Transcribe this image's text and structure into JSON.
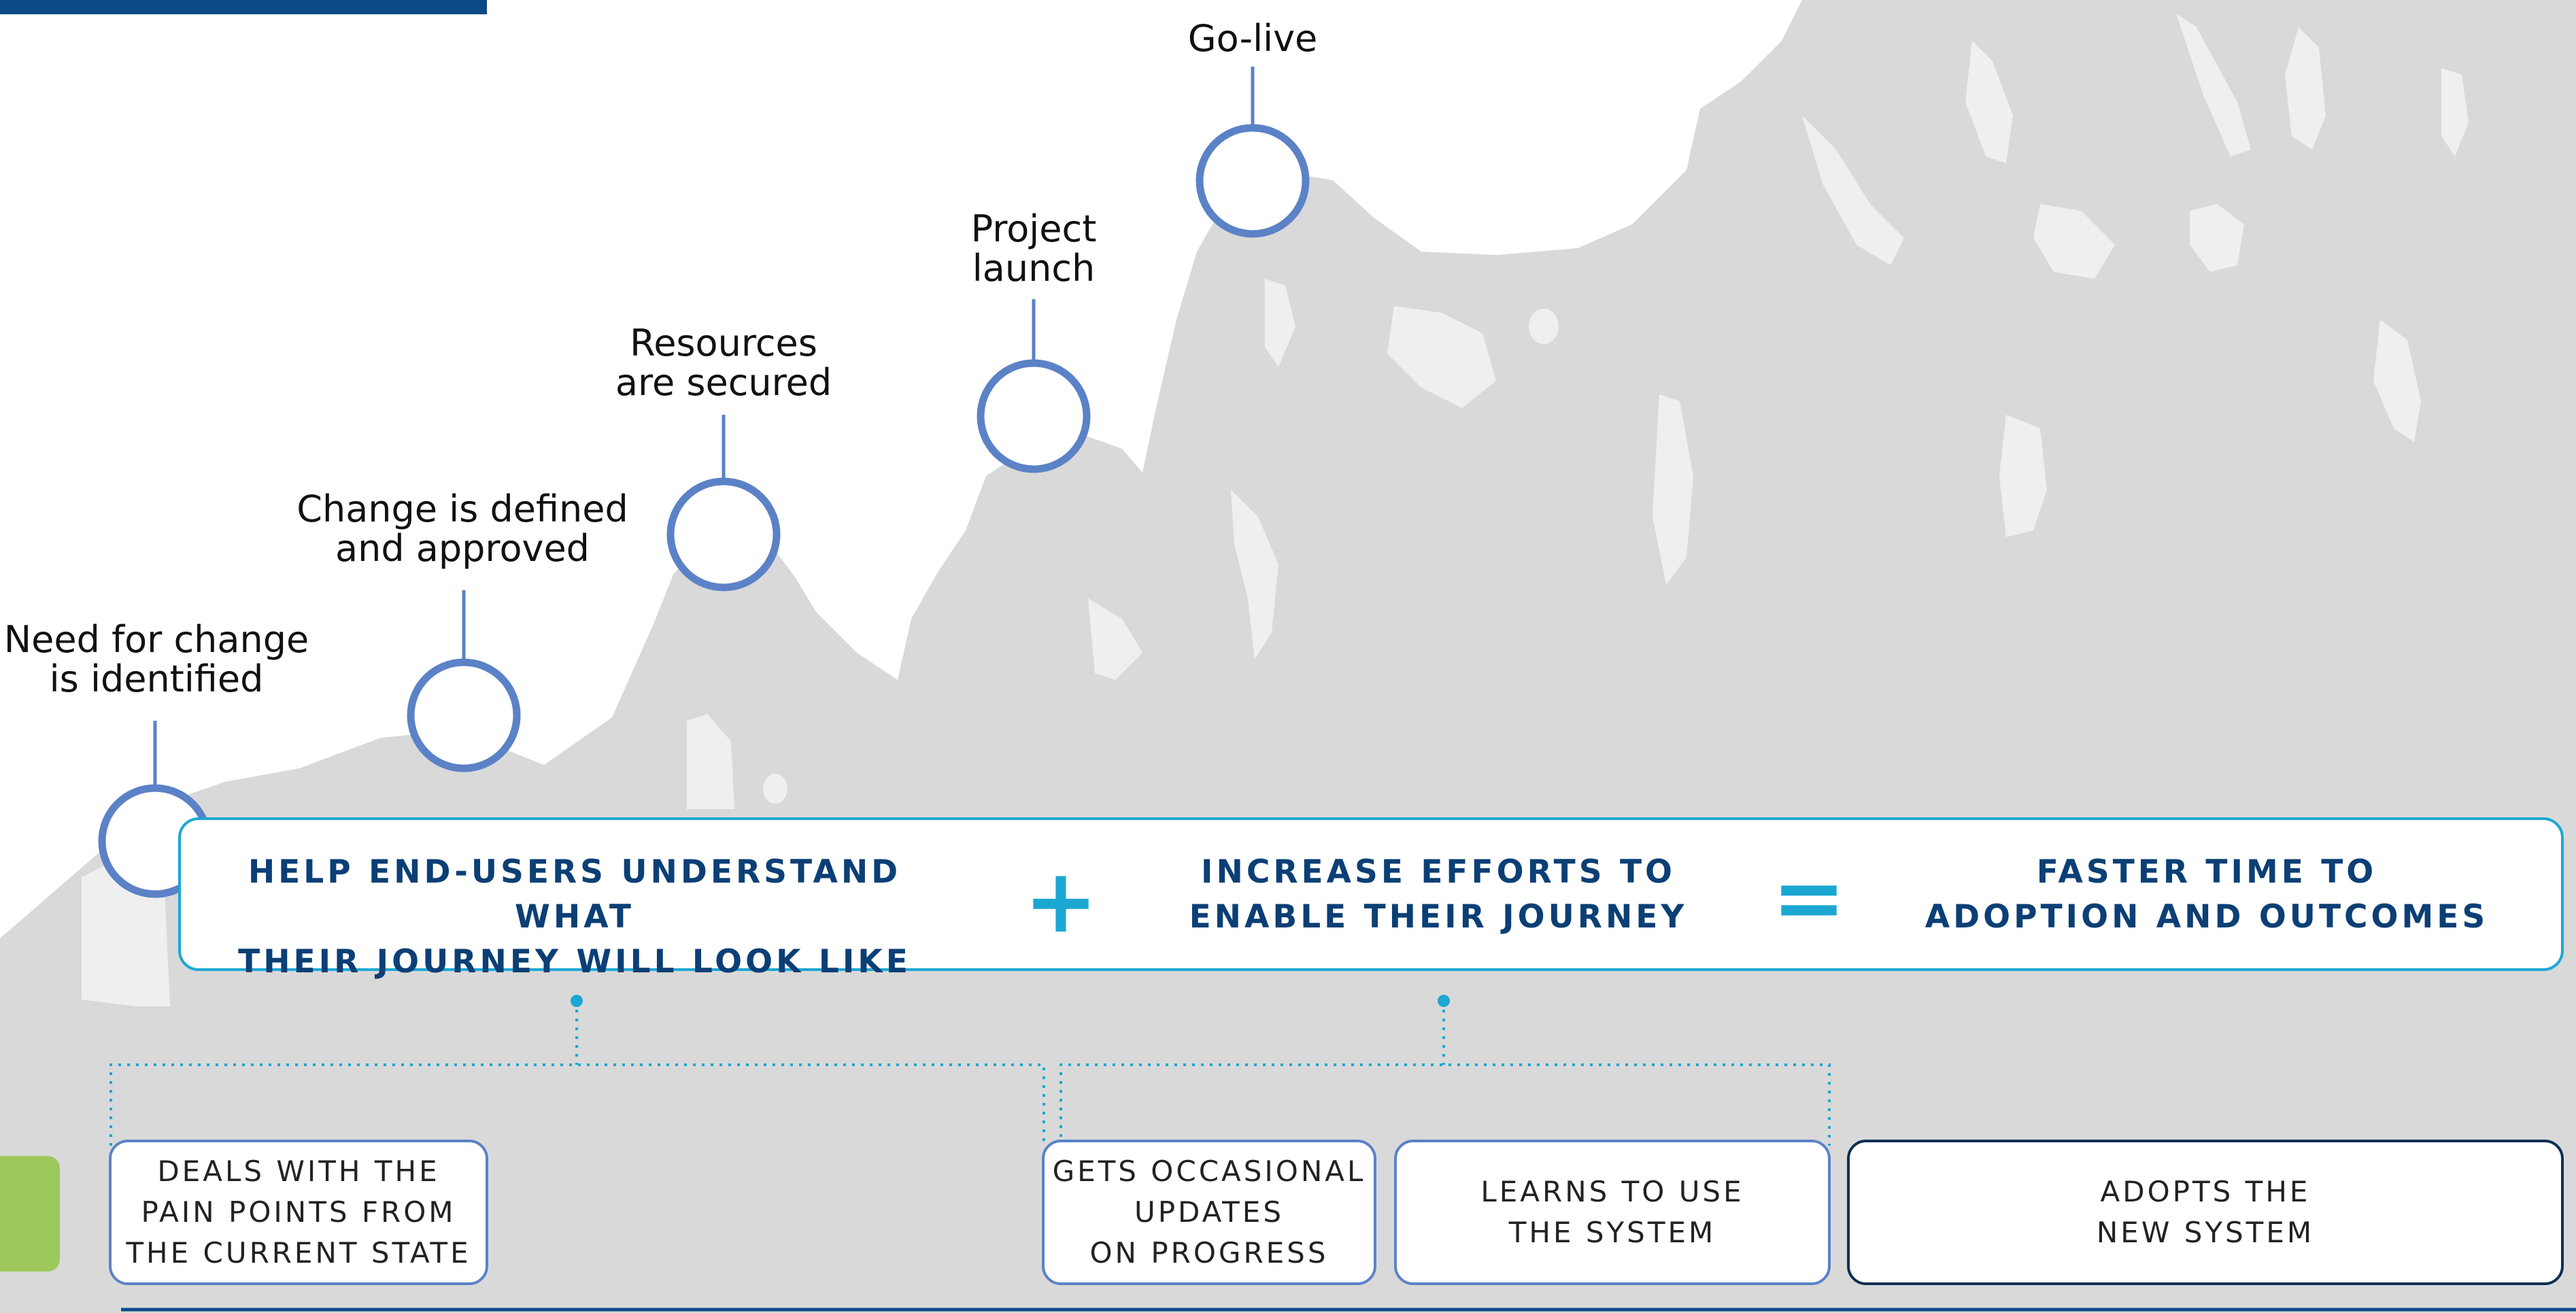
{
  "colors": {
    "background": "#ffffff",
    "mountain": "#d9d9d9",
    "snow": "#efefef",
    "milestone_circle": "#5b82c6",
    "banner_border": "#1ca7d3",
    "banner_text": "#0b3f75",
    "operator": "#1ca7d3",
    "dotted_bracket": "#1ca7d3",
    "box_border": "#5b82c6",
    "final_box_border": "#0c2f52",
    "top_bar": "#0b4a87",
    "green_tab": "#9dc85b",
    "arrow": "#0b4a87"
  },
  "milestones": [
    {
      "label": "Need for change\nis identified"
    },
    {
      "label": "Change is defined\nand approved"
    },
    {
      "label": "Resources\nare secured"
    },
    {
      "label": "Project\nlaunch"
    },
    {
      "label": "Go-live"
    }
  ],
  "banner": {
    "left": "HELP END-USERS UNDERSTAND WHAT\nTHEIR JOURNEY WILL LOOK LIKE",
    "plus": "+",
    "middle": "INCREASE EFFORTS TO\nENABLE THEIR JOURNEY",
    "equals": "=",
    "right": "FASTER TIME TO\nADOPTION AND OUTCOMES"
  },
  "stages": [
    {
      "label": "DEALS WITH THE\nPAIN POINTS FROM\nTHE CURRENT STATE"
    },
    {
      "label": "GETS OCCASIONAL\nUPDATES\nON PROGRESS"
    },
    {
      "label": "LEARNS TO USE\nTHE SYSTEM"
    },
    {
      "label": "ADOPTS THE\nNEW SYSTEM"
    }
  ]
}
